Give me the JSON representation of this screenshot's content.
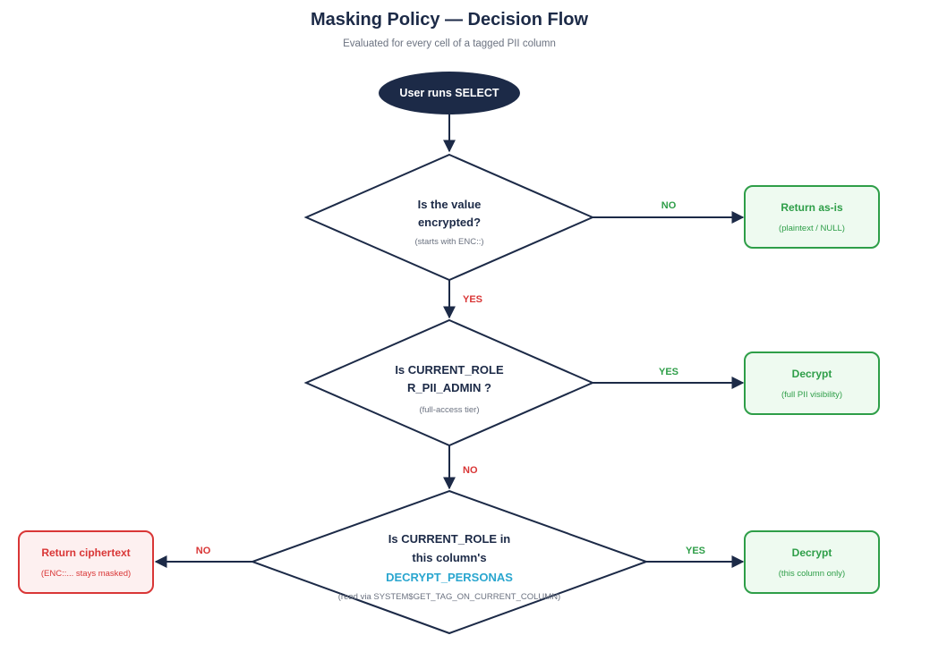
{
  "header": {
    "title": "Masking Policy — Decision Flow",
    "subtitle": "Evaluated for every cell of a tagged PII column"
  },
  "start": {
    "label": "User runs SELECT"
  },
  "decisions": [
    {
      "line1": "Is the value",
      "line2": "encrypted?",
      "note": "(starts with ENC::)"
    },
    {
      "line1": "Is CURRENT_ROLE",
      "line2": "R_PII_ADMIN ?",
      "note": "(full-access tier)"
    },
    {
      "line1": "Is CURRENT_ROLE in",
      "line2": "this column's",
      "highlight": "DECRYPT_PERSONAS",
      "note": "(read via SYSTEM$GET_TAG_ON_CURRENT_COLUMN)"
    }
  ],
  "outcomes": {
    "return_as_is": {
      "title": "Return as-is",
      "sub": "(plaintext / NULL)"
    },
    "decrypt_full": {
      "title": "Decrypt",
      "sub": "(full PII visibility)"
    },
    "decrypt_column": {
      "title": "Decrypt",
      "sub": "(this column only)"
    },
    "return_ciphertext": {
      "title": "Return ciphertext",
      "sub": "(ENC::... stays masked)"
    }
  },
  "edge_labels": {
    "d1_no": "NO",
    "d1_yes": "YES",
    "d2_yes": "YES",
    "d2_no": "NO",
    "d3_yes": "YES",
    "d3_no": "NO"
  },
  "colors": {
    "navy": "#1c2a47",
    "green": "#2e9e48",
    "green_fill": "#eefaf0",
    "red": "#d93636",
    "red_fill": "#fdf0f0",
    "cyan": "#2aa6cf"
  }
}
